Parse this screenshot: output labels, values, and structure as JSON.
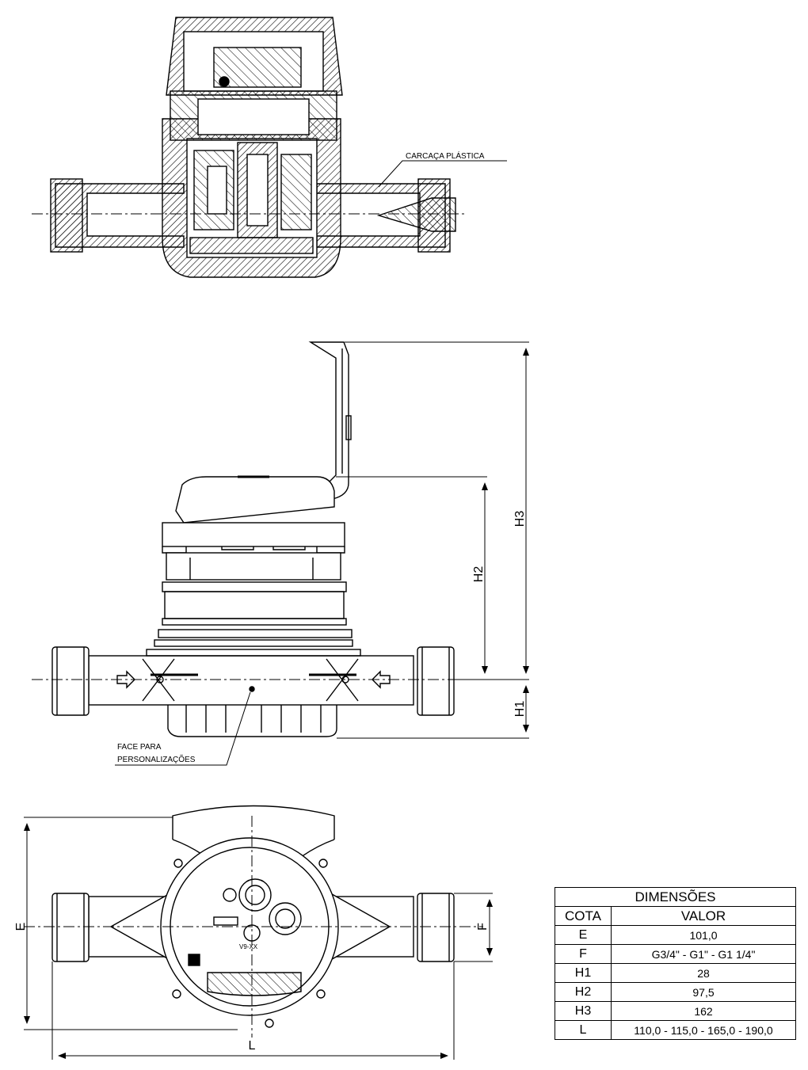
{
  "labels": {
    "housing": "CARCAÇA PLÁSTICA",
    "face_line1": "FACE PARA",
    "face_line2": "PERSONALIZAÇÕES",
    "dim_h1": "H1",
    "dim_h2": "H2",
    "dim_h3": "H3",
    "dim_e": "E",
    "dim_f": "F",
    "dim_l": "L",
    "dial_text": "V9-XX"
  },
  "table": {
    "title": "DIMENSÕES",
    "col_cota": "COTA",
    "col_valor": "VALOR",
    "rows": [
      {
        "cota": "E",
        "valor": "101,0"
      },
      {
        "cota": "F",
        "valor": "G3/4\" - G1\" - G1 1/4\""
      },
      {
        "cota": "H1",
        "valor": "28"
      },
      {
        "cota": "H2",
        "valor": "97,5"
      },
      {
        "cota": "H3",
        "valor": "162"
      },
      {
        "cota": "L",
        "valor": "110,0 - 115,0 - 165,0 - 190,0"
      }
    ]
  }
}
